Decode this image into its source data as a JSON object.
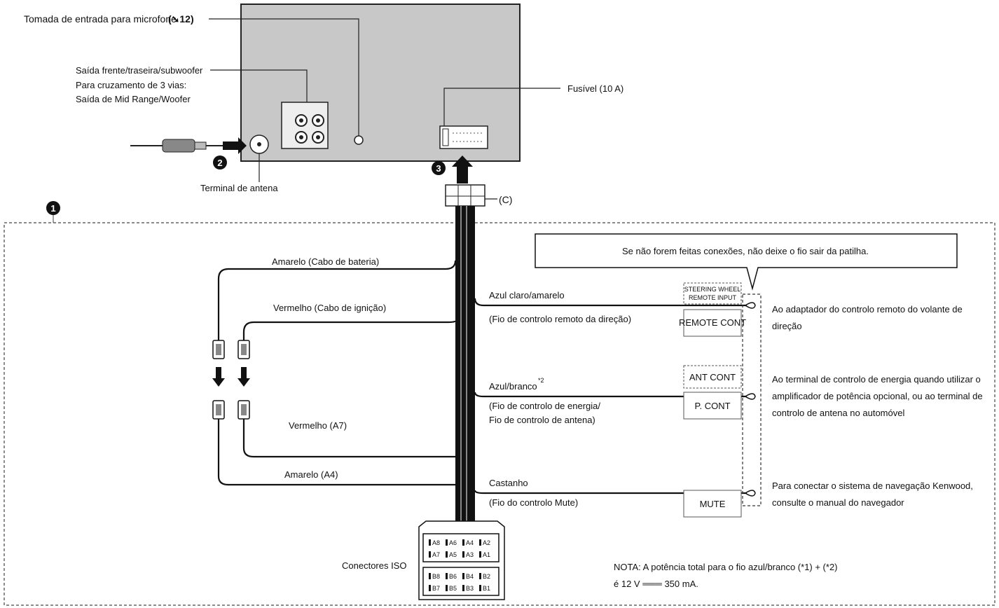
{
  "top": {
    "mic_jack": "Tomada de entrada para microfone",
    "mic_ref": "(➘12)",
    "output_line1": "Saída frente/traseira/subwoofer",
    "output_line2": "Para cruzamento de 3 vias:",
    "output_line3": "Saída de Mid Range/Woofer",
    "fuse": "Fusível (10 A)",
    "antenna_terminal": "Terminal de antena",
    "connector_c": "(C)",
    "step1": "1",
    "step2": "2",
    "step3": "3"
  },
  "wires_left": {
    "yellow_battery": "Amarelo (Cabo de bateria)",
    "red_ignition": "Vermelho (Cabo de ignição)",
    "red_a7": "Vermelho (A7)",
    "yellow_a4": "Amarelo (A4)",
    "iso_connectors": "Conectores ISO"
  },
  "note_box": "Se não forem feitas conexões, não deixe o fio sair da patilha.",
  "wires_right": {
    "light_blue": "Azul claro/amarelo",
    "light_blue_desc": "(Fio de controlo remoto da direção)",
    "blue_white": "Azul/branco",
    "blue_white_sup": "*2",
    "blue_white_desc1": "(Fio de controlo de energia/",
    "blue_white_desc2": "Fio de controlo de antena)",
    "brown": "Castanho",
    "brown_desc": "(Fio do controlo Mute)"
  },
  "labels": {
    "steering_1": "STEERING WHEEL",
    "steering_2": "REMOTE INPUT",
    "remote_cont": "REMOTE CONT",
    "ant_cont": "ANT CONT",
    "p_cont": "P. CONT",
    "mute": "MUTE"
  },
  "descriptions": {
    "steering_1": "Ao adaptador do controlo remoto do volante de",
    "steering_2": "direção",
    "power_1": "Ao terminal de controlo de energia quando utilizar o",
    "power_2": "amplificador de potência opcional, ou ao terminal de",
    "power_3": "controlo de antena no automóvel",
    "nav_1": "Para conectar o sistema de navegação Kenwood,",
    "nav_2": "consulte o manual do navegador"
  },
  "iso_pins": {
    "a_top": [
      "A8",
      "A6",
      "A4",
      "A2"
    ],
    "a_bottom": [
      "A7",
      "A5",
      "A3",
      "A1"
    ],
    "b_top": [
      "B8",
      "B6",
      "B4",
      "B2"
    ],
    "b_bottom": [
      "B7",
      "B5",
      "B3",
      "B1"
    ]
  },
  "note": {
    "line1": "NOTA: A potência total para o fio azul/branco (*1) + (*2)",
    "line2": "é 12 V ═══ 350 mA."
  }
}
